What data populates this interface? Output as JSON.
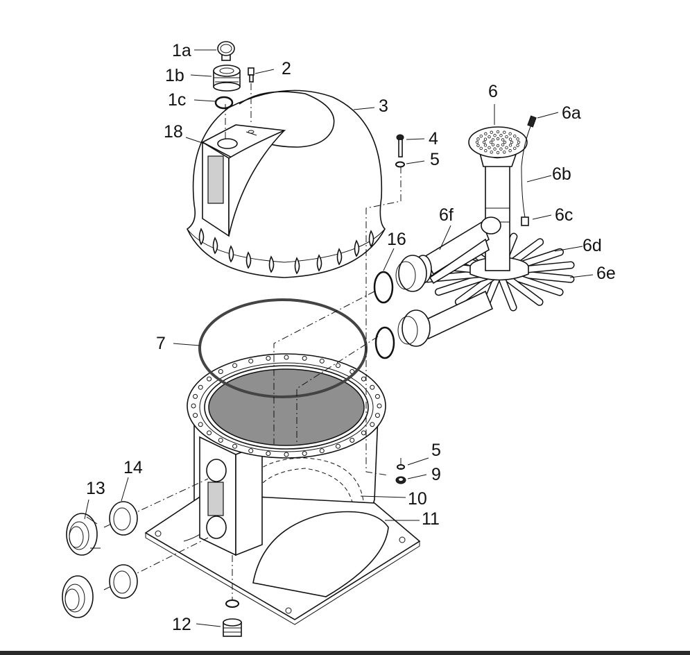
{
  "labels": {
    "1a": "1a",
    "1b": "1b",
    "1c": "1c",
    "2": "2",
    "3": "3",
    "4": "4",
    "5": "5",
    "5b": "5",
    "6": "6",
    "6a": "6a",
    "6b": "6b",
    "6c": "6c",
    "6d": "6d",
    "6e": "6e",
    "6f": "6f",
    "7": "7",
    "9": "9",
    "10": "10",
    "11": "11",
    "12": "12",
    "13": "13",
    "14": "14",
    "16": "16",
    "18": "18"
  },
  "colors": {
    "line": "#111111",
    "fill": "#ffffff",
    "shade": "#cfcfcf",
    "sand": "#8f8f8f"
  }
}
